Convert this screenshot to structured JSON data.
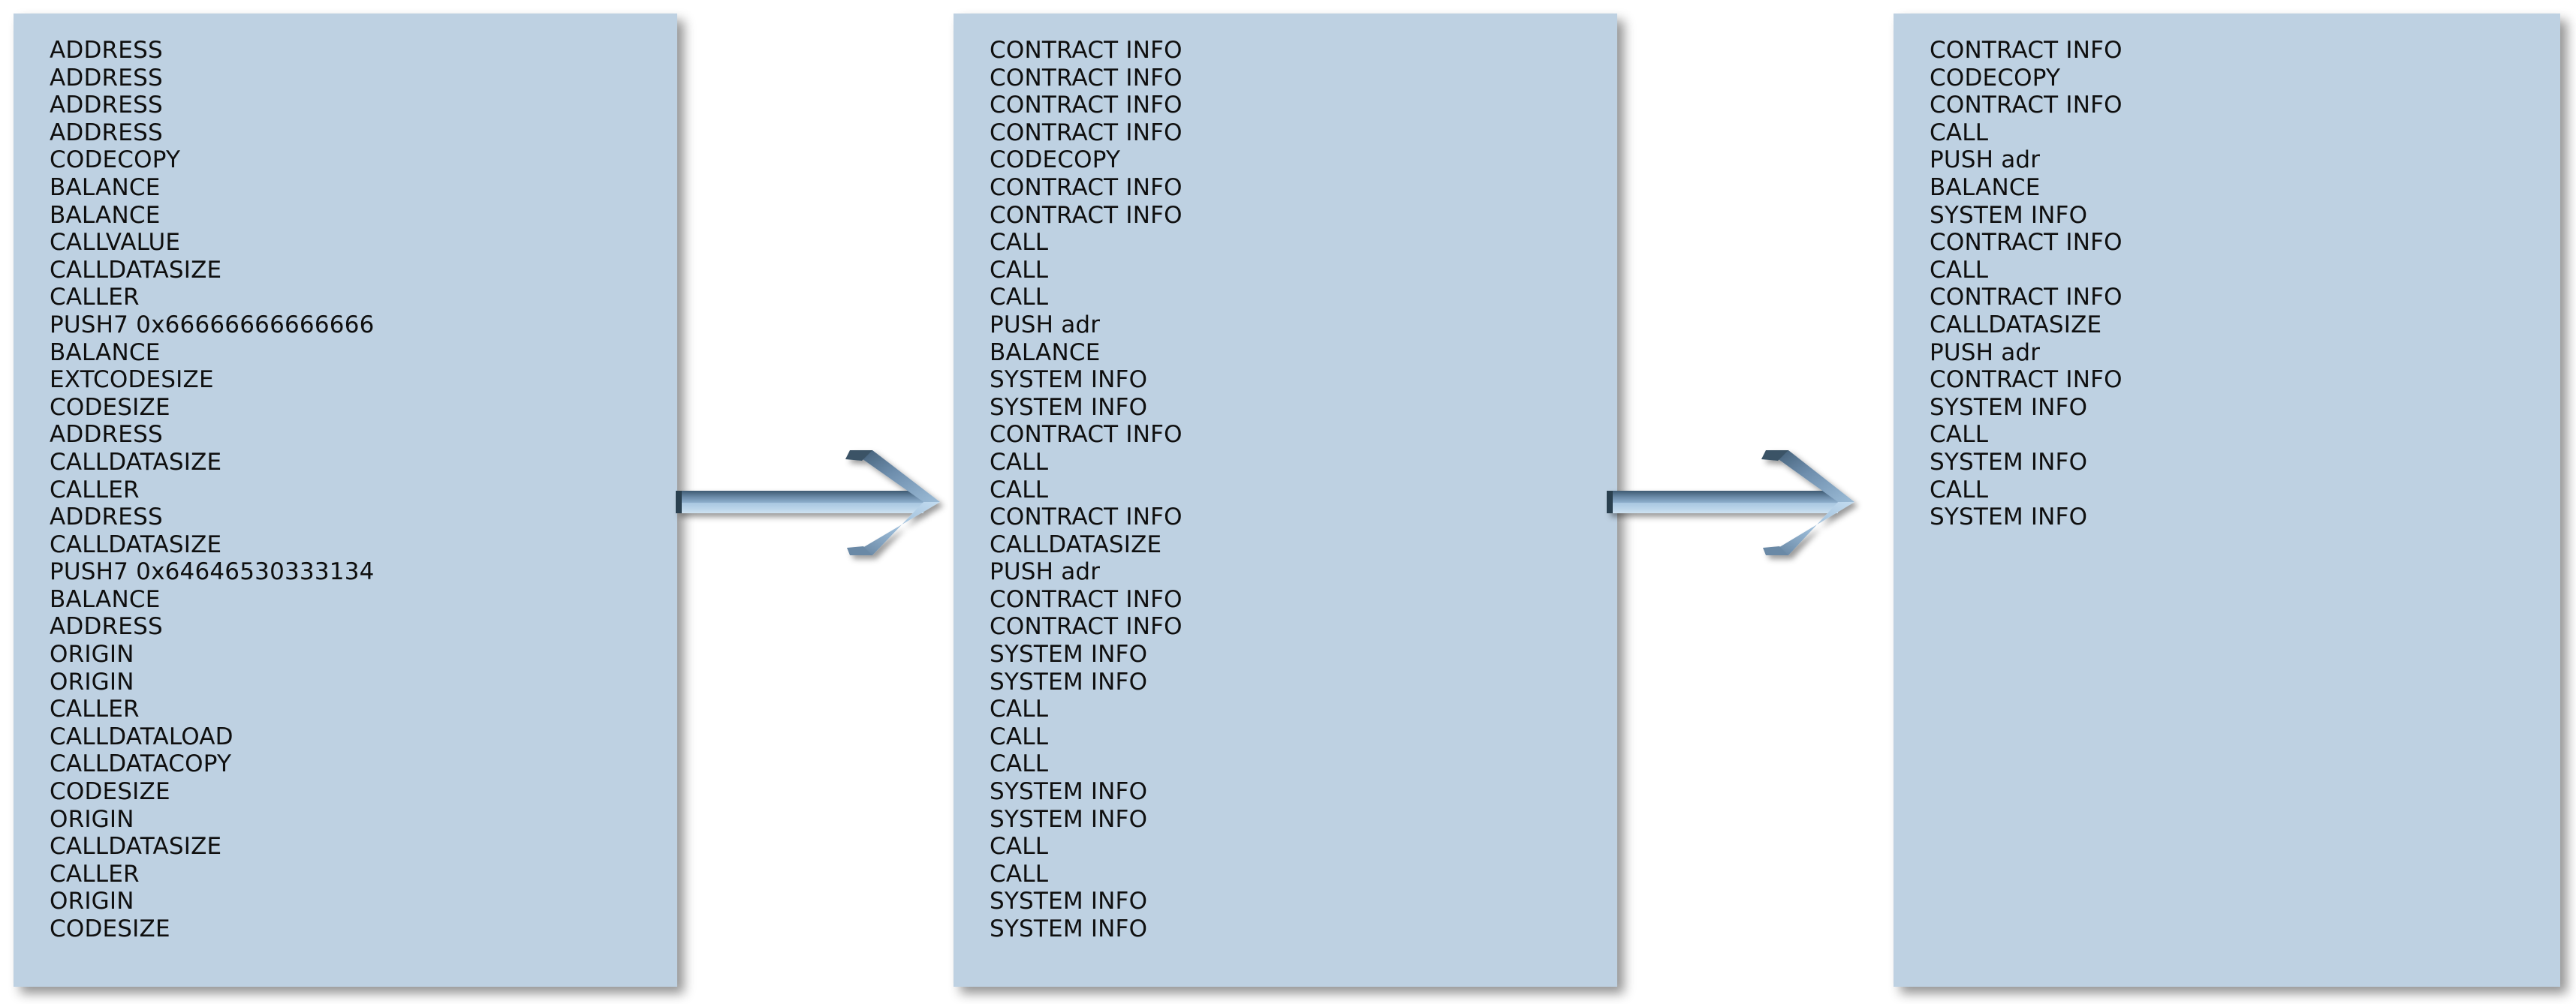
{
  "diagram": {
    "title": "EVM opcode trace abstraction pipeline",
    "type": "three-stage-flow",
    "background_color": "#ffffff",
    "panel_fill_color": "#bed1e2",
    "text_color": "#0f0f0f",
    "arrow_color": "#7d9cbb",
    "arrow_dark_color": "#4a6781",
    "arrow_light_color": "#b9d2e8"
  },
  "panels": [
    {
      "id": "panel-1",
      "name": "raw-opcode-trace",
      "lines": [
        "ADDRESS",
        "ADDRESS",
        "ADDRESS",
        "ADDRESS",
        "CODECOPY",
        "BALANCE",
        "BALANCE",
        "CALLVALUE",
        "CALLDATASIZE",
        "CALLER",
        "PUSH7 0x66666666666666",
        "BALANCE",
        "EXTCODESIZE",
        "CODESIZE",
        "ADDRESS",
        "CALLDATASIZE",
        "CALLER",
        "ADDRESS",
        "CALLDATASIZE",
        "PUSH7 0x64646530333134",
        "BALANCE",
        "ADDRESS",
        "ORIGIN",
        "ORIGIN",
        "CALLER",
        "CALLDATALOAD",
        "CALLDATACOPY",
        "CODESIZE",
        "ORIGIN",
        "CALLDATASIZE",
        "CALLER",
        "ORIGIN",
        "CODESIZE"
      ]
    },
    {
      "id": "panel-2",
      "name": "category-generalized-trace",
      "lines": [
        "CONTRACT INFO",
        "CONTRACT INFO",
        "CONTRACT INFO",
        "CONTRACT INFO",
        "CODECOPY",
        "CONTRACT INFO",
        "CONTRACT INFO",
        "CALL",
        "CALL",
        "CALL",
        "PUSH adr",
        "BALANCE",
        "SYSTEM INFO",
        "SYSTEM INFO",
        "CONTRACT INFO",
        "CALL",
        "CALL",
        "CONTRACT INFO",
        "CALLDATASIZE",
        "PUSH adr",
        "CONTRACT INFO",
        "CONTRACT INFO",
        "SYSTEM INFO",
        "SYSTEM INFO",
        "CALL",
        "CALL",
        "CALL",
        "SYSTEM INFO",
        "SYSTEM INFO",
        "CALL",
        "CALL",
        "SYSTEM INFO",
        "SYSTEM INFO"
      ]
    },
    {
      "id": "panel-3",
      "name": "deduplicated-trace",
      "lines": [
        "CONTRACT INFO",
        "CODECOPY",
        "CONTRACT INFO",
        "CALL",
        "PUSH adr",
        "BALANCE",
        "SYSTEM INFO",
        "CONTRACT INFO",
        "CALL",
        "CONTRACT INFO",
        "CALLDATASIZE",
        "PUSH adr",
        "CONTRACT INFO",
        "SYSTEM INFO",
        "CALL",
        "SYSTEM INFO",
        "CALL",
        "SYSTEM INFO"
      ]
    }
  ],
  "arrows": [
    {
      "id": "arrow-1",
      "name": "flow-arrow-stage1-to-stage2",
      "direction": "right"
    },
    {
      "id": "arrow-2",
      "name": "flow-arrow-stage2-to-stage3",
      "direction": "right"
    }
  ]
}
